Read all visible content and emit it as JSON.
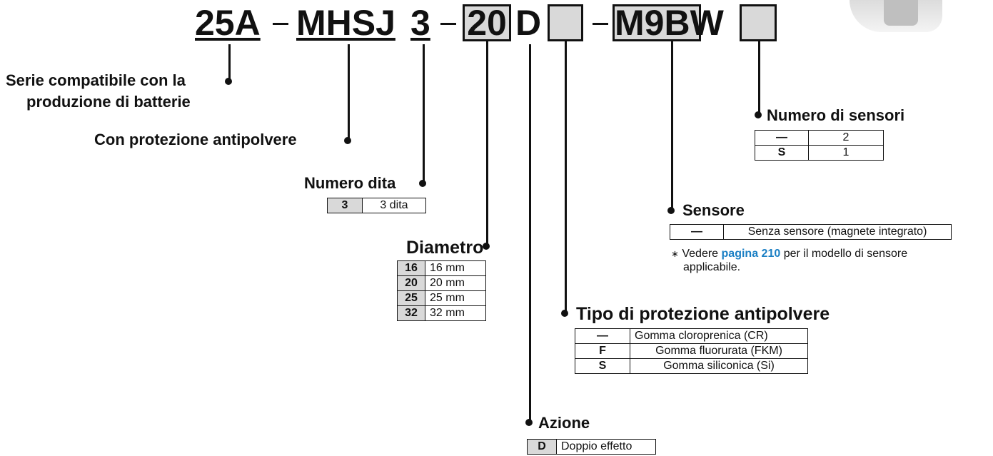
{
  "model_code": {
    "seg1": "25A",
    "seg2": "MHSJ",
    "seg3": "3",
    "seg4": "20",
    "seg5": "D",
    "seg6": "M9BW"
  },
  "labels": {
    "series_line1": "Serie compatibile con la",
    "series_line2": "produzione di batterie",
    "dust_cover": "Con protezione antipolvere",
    "fingers": "Numero dita",
    "bore": "Diametro",
    "dust_type": "Tipo di protezione antipolvere",
    "action": "Azione",
    "auto_switch": "Sensore",
    "num_switches": "Numero di sensori"
  },
  "tables": {
    "fingers": [
      {
        "k": "3",
        "v": "3 dita"
      }
    ],
    "bore": [
      {
        "k": "16",
        "v": "16 mm"
      },
      {
        "k": "20",
        "v": "20 mm"
      },
      {
        "k": "25",
        "v": "25 mm"
      },
      {
        "k": "32",
        "v": "32 mm"
      }
    ],
    "dust_type": [
      {
        "k": "—",
        "v": "Gomma cloroprenica (CR)"
      },
      {
        "k": "F",
        "v": "Gomma fluorurata (FKM)"
      },
      {
        "k": "S",
        "v": "Gomma siliconica (Si)"
      }
    ],
    "action": [
      {
        "k": "D",
        "v": "Doppio effetto"
      }
    ],
    "auto_switch": [
      {
        "k": "—",
        "v": "Senza sensore (magnete integrato)"
      }
    ],
    "num_switches": [
      {
        "k": "—",
        "v": "2"
      },
      {
        "k": "S",
        "v": "1"
      }
    ]
  },
  "note": {
    "asterisk": "∗",
    "before": "Vedere",
    "link": "pagina 210",
    "after": "per il modello di sensore",
    "line2": "applicabile."
  },
  "colors": {
    "box_fill": "#d9d9d9",
    "link": "#1a7fc4"
  }
}
